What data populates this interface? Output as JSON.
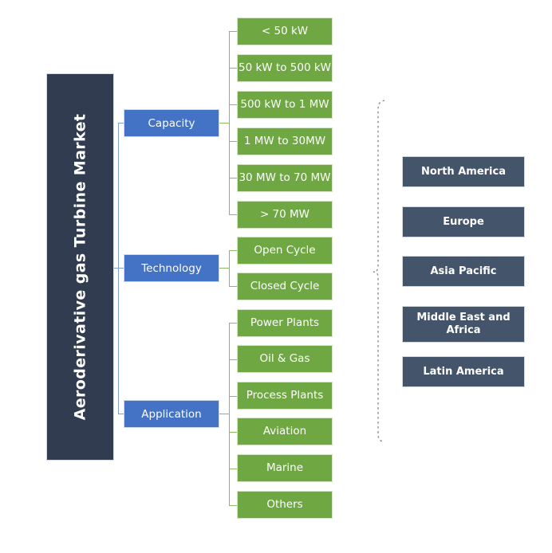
{
  "diagram": {
    "title": "Aeroderivative gas Turbine Market",
    "colors": {
      "title_block": "#313C51",
      "category": "#4472C4",
      "leaf": "#6FA843",
      "region": "#44546A",
      "blue_connector": "#7f9ed4",
      "green_connector": "#8ab864",
      "brace": "#8a8a8a",
      "background": "#ffffff"
    },
    "segments": [
      {
        "label": "Capacity",
        "items": [
          "< 50 kW",
          "50 kW to 500 kW",
          "500 kW to 1 MW",
          "1 MW to 30MW",
          "30 MW to 70 MW",
          "> 70 MW"
        ]
      },
      {
        "label": "Technology",
        "items": [
          "Open Cycle",
          "Closed Cycle"
        ]
      },
      {
        "label": "Application",
        "items": [
          "Power Plants",
          "Oil & Gas",
          "Process Plants",
          "Aviation",
          "Marine",
          "Others"
        ]
      }
    ],
    "regions": [
      "North America",
      "Europe",
      "Asia Pacific",
      "Middle East and Africa",
      "Latin America"
    ]
  }
}
